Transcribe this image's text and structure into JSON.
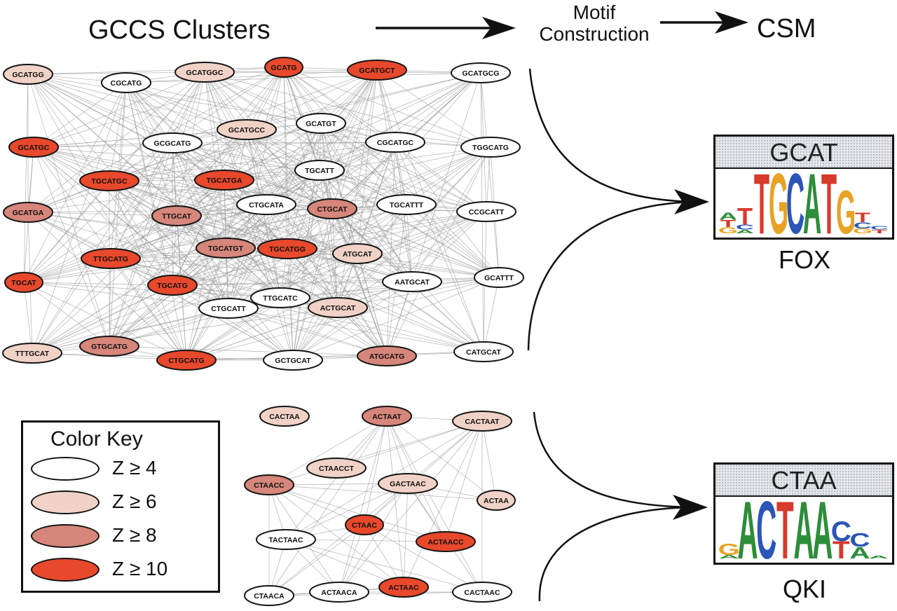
{
  "header": {
    "gccs_clusters": "GCCS Clusters",
    "motif_construction": [
      "Motif",
      "Construction"
    ],
    "csm": "CSM"
  },
  "colors": {
    "z4": "#ffffff",
    "z6": "#f1d2c6",
    "z8": "#d6867a",
    "z10": "#e8482c",
    "edge": "#9a9a9a",
    "outline": "#151515"
  },
  "color_key": {
    "title": "Color Key",
    "items": [
      {
        "level": "z4",
        "label": "Z ≥ 4"
      },
      {
        "level": "z6",
        "label": "Z ≥ 6"
      },
      {
        "level": "z8",
        "label": "Z ≥ 8"
      },
      {
        "level": "z10",
        "label": "Z ≥ 10"
      }
    ]
  },
  "clusters": [
    {
      "id": "fox",
      "nodes": [
        {
          "label": "GCATGG",
          "level": "z6"
        },
        {
          "label": "CGCATG",
          "level": "z4"
        },
        {
          "label": "GCATGGC",
          "level": "z6"
        },
        {
          "label": "GCATG",
          "level": "z10"
        },
        {
          "label": "GCATGCT",
          "level": "z10"
        },
        {
          "label": "GCATGCG",
          "level": "z4"
        },
        {
          "label": "GCATGCC",
          "level": "z6"
        },
        {
          "label": "GCATGT",
          "level": "z4"
        },
        {
          "label": "GCATGC",
          "level": "z10"
        },
        {
          "label": "GCGCATG",
          "level": "z4"
        },
        {
          "label": "CGCATGC",
          "level": "z4"
        },
        {
          "label": "TGGCATG",
          "level": "z4"
        },
        {
          "label": "TGCATGC",
          "level": "z10"
        },
        {
          "label": "TGCATGA",
          "level": "z10"
        },
        {
          "label": "TGCATT",
          "level": "z4"
        },
        {
          "label": "GCATGA",
          "level": "z8"
        },
        {
          "label": "TTGCAT",
          "level": "z8"
        },
        {
          "label": "CTGCATA",
          "level": "z4"
        },
        {
          "label": "CTGCAT",
          "level": "z8"
        },
        {
          "label": "TGCATTT",
          "level": "z4"
        },
        {
          "label": "CCGCATT",
          "level": "z4"
        },
        {
          "label": "TGCATGT",
          "level": "z8"
        },
        {
          "label": "TGCATGG",
          "level": "z10"
        },
        {
          "label": "ATGCAT",
          "level": "z6"
        },
        {
          "label": "TTGCATG",
          "level": "z10"
        },
        {
          "label": "TGCAT",
          "level": "z10"
        },
        {
          "label": "TGCATG",
          "level": "z10"
        },
        {
          "label": "AATGCAT",
          "level": "z4"
        },
        {
          "label": "GCATTT",
          "level": "z4"
        },
        {
          "label": "TTGCATC",
          "level": "z4"
        },
        {
          "label": "CTGCATT",
          "level": "z4"
        },
        {
          "label": "ACTGCAT",
          "level": "z6"
        },
        {
          "label": "TTTGCAT",
          "level": "z6"
        },
        {
          "label": "GTGCATG",
          "level": "z8"
        },
        {
          "label": "CTGCATG",
          "level": "z10"
        },
        {
          "label": "GCTGCAT",
          "level": "z4"
        },
        {
          "label": "ATGCATG",
          "level": "z8"
        },
        {
          "label": "CATGCAT",
          "level": "z4"
        }
      ]
    },
    {
      "id": "qki",
      "nodes": [
        {
          "label": "CACTAA",
          "level": "z6"
        },
        {
          "label": "ACTAAT",
          "level": "z8"
        },
        {
          "label": "CACTAAT",
          "level": "z6"
        },
        {
          "label": "CTAACCT",
          "level": "z6"
        },
        {
          "label": "CTAACC",
          "level": "z8"
        },
        {
          "label": "GACTAAC",
          "level": "z6"
        },
        {
          "label": "ACTAA",
          "level": "z6"
        },
        {
          "label": "CTAAC",
          "level": "z10"
        },
        {
          "label": "TACTAAC",
          "level": "z4"
        },
        {
          "label": "ACTAACC",
          "level": "z10"
        },
        {
          "label": "CTAACA",
          "level": "z4"
        },
        {
          "label": "ACTAACA",
          "level": "z4"
        },
        {
          "label": "ACTAAC",
          "level": "z10"
        },
        {
          "label": "CACTAAC",
          "level": "z4"
        }
      ]
    }
  ],
  "motifs": [
    {
      "id": "fox",
      "core": "GCAT",
      "name": "FOX",
      "logo": [
        {
          "letters": [
            {
              "ch": "T",
              "w": 0.12
            },
            {
              "ch": "G",
              "w": 0.1
            },
            {
              "ch": "A",
              "w": 0.12
            }
          ]
        },
        {
          "letters": [
            {
              "ch": "T",
              "w": 0.28
            },
            {
              "ch": "C",
              "w": 0.08
            },
            {
              "ch": "A",
              "w": 0.06
            }
          ]
        },
        {
          "letters": [
            {
              "ch": "T",
              "w": 1.0
            }
          ]
        },
        {
          "letters": [
            {
              "ch": "G",
              "w": 1.0
            }
          ]
        },
        {
          "letters": [
            {
              "ch": "C",
              "w": 1.0
            }
          ]
        },
        {
          "letters": [
            {
              "ch": "A",
              "w": 1.0
            }
          ]
        },
        {
          "letters": [
            {
              "ch": "T",
              "w": 1.0
            }
          ]
        },
        {
          "letters": [
            {
              "ch": "G",
              "w": 0.72
            }
          ]
        },
        {
          "letters": [
            {
              "ch": "T",
              "w": 0.16
            },
            {
              "ch": "C",
              "w": 0.1
            },
            {
              "ch": "G",
              "w": 0.08
            }
          ]
        },
        {
          "letters": [
            {
              "ch": "T",
              "w": 0.06
            },
            {
              "ch": "C",
              "w": 0.06
            }
          ]
        }
      ]
    },
    {
      "id": "qki",
      "core": "CTAA",
      "name": "QKI",
      "logo": [
        {
          "letters": [
            {
              "ch": "G",
              "w": 0.2
            },
            {
              "ch": "A",
              "w": 0.06
            }
          ]
        },
        {
          "letters": [
            {
              "ch": "A",
              "w": 1.0
            }
          ]
        },
        {
          "letters": [
            {
              "ch": "C",
              "w": 1.0
            }
          ]
        },
        {
          "letters": [
            {
              "ch": "T",
              "w": 1.0
            }
          ]
        },
        {
          "letters": [
            {
              "ch": "A",
              "w": 1.0
            }
          ]
        },
        {
          "letters": [
            {
              "ch": "A",
              "w": 1.0
            }
          ]
        },
        {
          "letters": [
            {
              "ch": "C",
              "w": 0.34
            },
            {
              "ch": "T",
              "w": 0.3
            }
          ]
        },
        {
          "letters": [
            {
              "ch": "C",
              "w": 0.24
            },
            {
              "ch": "A",
              "w": 0.2
            }
          ]
        },
        {
          "letters": [
            {
              "ch": "A",
              "w": 0.05
            }
          ]
        }
      ]
    }
  ],
  "nucleotide_colors": {
    "A": "#2d8d3a",
    "C": "#2b55b8",
    "G": "#e8a326",
    "T": "#d83a2c"
  }
}
